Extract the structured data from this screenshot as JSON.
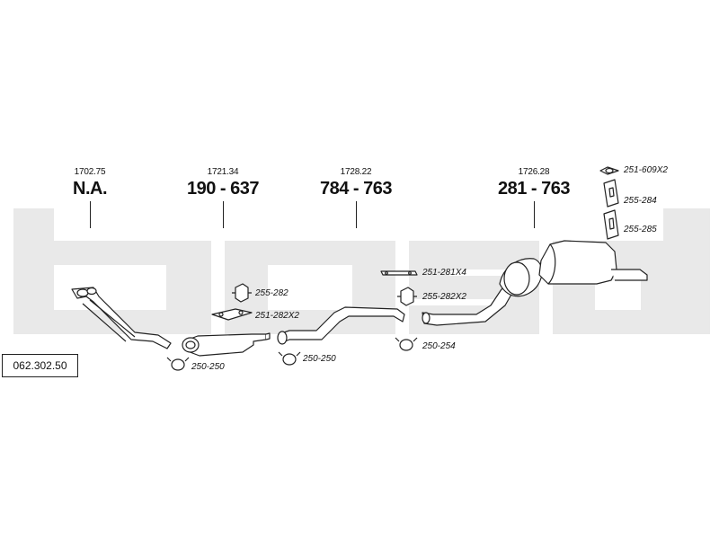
{
  "watermark_text": "bosal",
  "diagram_code": "062.302.50",
  "callouts": [
    {
      "ref": "1702.75",
      "number": "N.A."
    },
    {
      "ref": "1721.34",
      "number": "190 - 637"
    },
    {
      "ref": "1728.22",
      "number": "784 - 763"
    },
    {
      "ref": "1726.28",
      "number": "281 - 763"
    }
  ],
  "parts": [
    {
      "label": "251-609X2",
      "icon": "ring-gasket-icon"
    },
    {
      "label": "255-284",
      "icon": "bracket-icon"
    },
    {
      "label": "255-285",
      "icon": "bracket-icon"
    },
    {
      "label": "255-282",
      "icon": "rubber-mount-icon"
    },
    {
      "label": "251-282X2",
      "icon": "flange-gasket-icon"
    },
    {
      "label": "251-281X4",
      "icon": "strap-icon"
    },
    {
      "label": "255-282X2",
      "icon": "rubber-mount-icon"
    },
    {
      "label": "250-250",
      "icon": "clamp-icon"
    },
    {
      "label": "250-250",
      "icon": "clamp-icon"
    },
    {
      "label": "250-254",
      "icon": "clamp-icon"
    }
  ],
  "colors": {
    "watermark": "#e9e9e9",
    "line": "#222222",
    "pipe_fill": "#ffffff"
  }
}
